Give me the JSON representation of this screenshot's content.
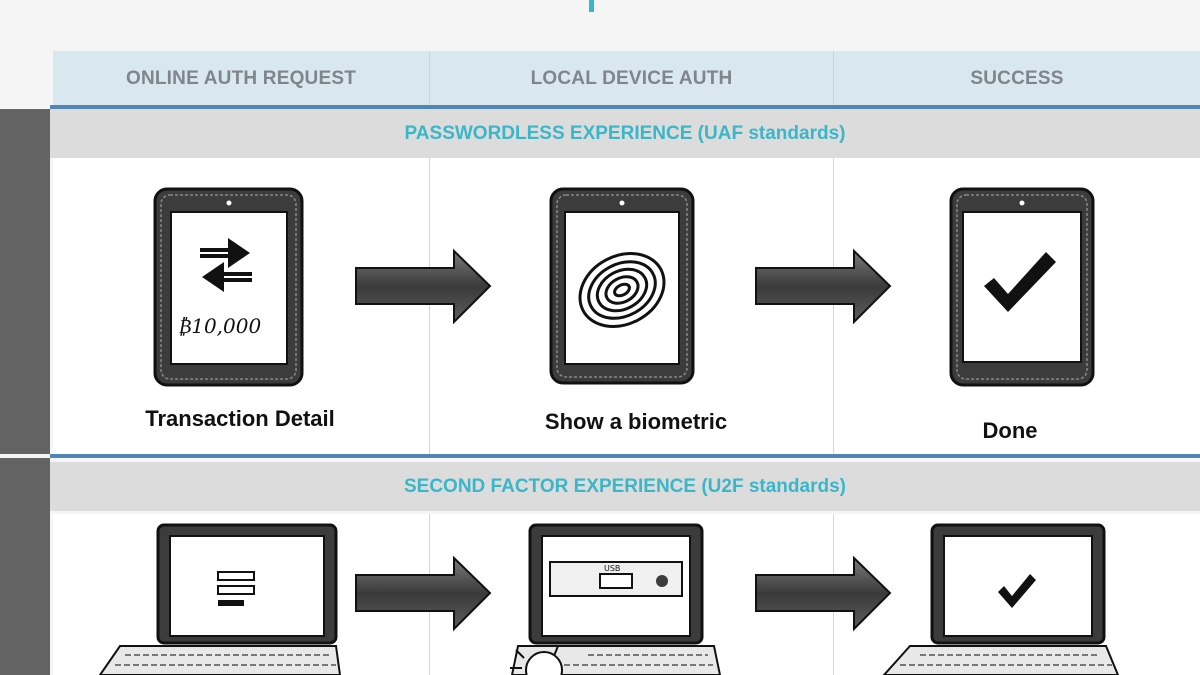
{
  "columns": [
    "ONLINE AUTH REQUEST",
    "LOCAL DEVICE AUTH",
    "SUCCESS"
  ],
  "sections": [
    {
      "title": "PASSWORDLESS EXPERIENCE (UAF standards)",
      "steps": [
        {
          "icon": "tablet-transaction-icon",
          "screen_text": "₿10,000",
          "caption": "Transaction Detail"
        },
        {
          "icon": "tablet-fingerprint-icon",
          "caption": "Show a biometric"
        },
        {
          "icon": "tablet-checkmark-icon",
          "caption": "Done"
        }
      ]
    },
    {
      "title": "SECOND FACTOR EXPERIENCE (U2F standards)",
      "steps": [
        {
          "icon": "laptop-login-form-icon"
        },
        {
          "icon": "laptop-usb-key-icon",
          "screen_text": "USB"
        },
        {
          "icon": "laptop-checkmark-icon"
        }
      ]
    }
  ],
  "colors": {
    "accent": "#3ab6c9",
    "header_bg": "#d9e7ef",
    "header_text": "#7e858b",
    "divider_blue": "#4f86b6",
    "band_bg": "#dcdcdc",
    "side_bar": "#636363"
  }
}
